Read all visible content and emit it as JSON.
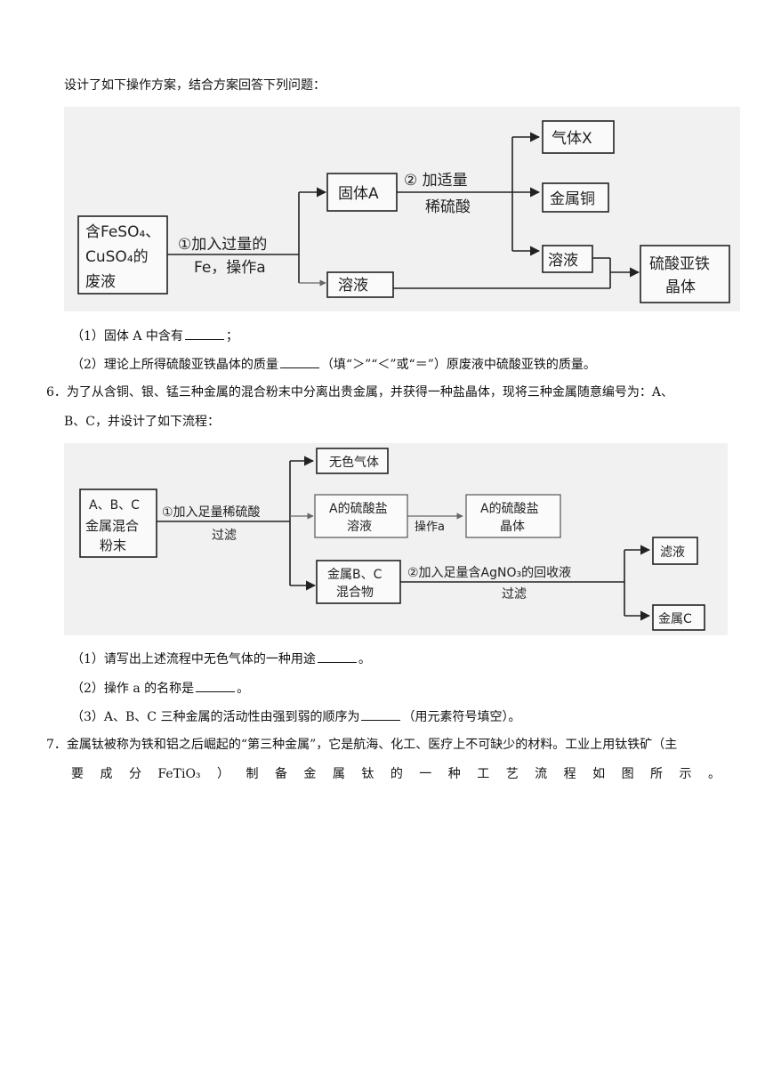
{
  "intro": "设计了如下操作方案，结合方案回答下列问题：",
  "fig1": {
    "input": [
      "含FeSO₄、",
      "CuSO₄的",
      "废液"
    ],
    "step1": [
      "①加入过量的",
      "Fe，操作a"
    ],
    "solidA": "固体A",
    "step2": [
      "② 加适量",
      "稀硫酸"
    ],
    "gasX": "气体X",
    "copper": "金属铜",
    "solution": "溶液",
    "solution2": "溶液",
    "product": [
      "硫酸亚铁",
      "晶体"
    ]
  },
  "q1a": {
    "prefix": "（1）固体 A 中含有",
    "suffix": "；"
  },
  "q1b": {
    "prefix": "（2）理论上所得硫酸亚铁晶体的质量",
    "suffix": "（填“＞”“＜”或“＝”）原废液中硫酸亚铁的质量。"
  },
  "q6": {
    "line1": "6．为了从含铜、银、锰三种金属的混合粉末中分离出贵金属，并获得一种盐晶体，现将三种金属随意编号为：A、",
    "line2": "B、C，并设计了如下流程："
  },
  "fig2": {
    "input": [
      "A、B、C",
      "金属混合",
      "粉末"
    ],
    "step1": [
      "①加入足量稀硫酸",
      "过滤"
    ],
    "gas": "无色气体",
    "saltSolution": [
      "A的硫酸盐",
      "溶液"
    ],
    "opA": "操作a",
    "saltCrystal": [
      "A的硫酸盐",
      "晶体"
    ],
    "mixture": [
      "金属B、C",
      "混合物"
    ],
    "step2": [
      "②加入足量含AgNO₃的回收液",
      "过滤"
    ],
    "filtrate": "滤液",
    "metalC": "金属C"
  },
  "q6a": {
    "prefix": "（1）请写出上述流程中无色气体的一种用途",
    "suffix": "。"
  },
  "q6b": {
    "prefix": "（2）操作  a  的名称是",
    "suffix": "。"
  },
  "q6c": {
    "prefix": "（3）A、B、C 三种金属的活动性由强到弱的顺序为",
    "suffix": "（用元素符号填空）。"
  },
  "q7": {
    "line1": "7．金属钛被称为铁和铝之后崛起的“第三种金属”，它是航海、化工、医疗上不可缺少的材料。工业上用钛铁矿（主",
    "line2": [
      "要",
      "成",
      "分",
      "FeTiO₃",
      "）",
      "制",
      "备",
      "金",
      "属",
      "钛",
      "的",
      "一",
      "种",
      "工",
      "艺",
      "流",
      "程",
      "如",
      "图",
      "所",
      "示",
      "。"
    ]
  }
}
